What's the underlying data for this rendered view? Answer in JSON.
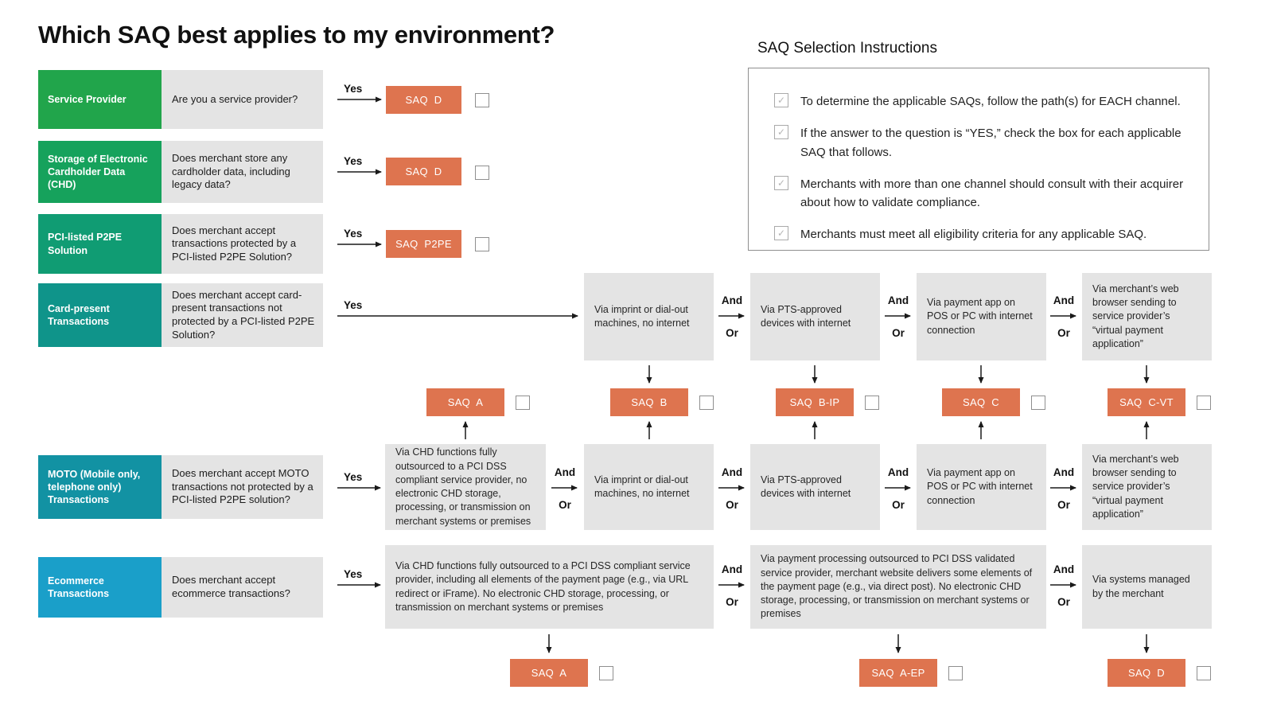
{
  "page": {
    "title": "Which SAQ best applies to my environment?"
  },
  "instructions": {
    "title": "SAQ Selection Instructions",
    "items": [
      "To determine the applicable SAQs, follow the path(s) for EACH channel.",
      "If the answer to the question is “YES,” check the box for each applicable SAQ that follows.",
      "Merchants with more than one channel should consult with their acquirer about how to validate compliance.",
      "Merchants must meet all eligibility criteria for any applicable SAQ."
    ]
  },
  "labels": {
    "yes": "Yes",
    "and": "And",
    "or": "Or"
  },
  "icons": {
    "checkmark": "✓"
  },
  "colors": {
    "saq_box": "#DE744F",
    "option_box": "#E4E4E4",
    "service_provider": "#21A54B",
    "storage_chd": "#16A25C",
    "p2pe": "#109C73",
    "card_present": "#0F948A",
    "moto": "#1292A3",
    "ecommerce": "#1A9FC9"
  },
  "channels": [
    {
      "label": "Service Provider",
      "question": "Are you a service provider?",
      "color": "#21A54B"
    },
    {
      "label": "Storage of Electronic Cardholder Data (CHD)",
      "question": "Does merchant store any cardholder data, including legacy data?",
      "color": "#16A25C"
    },
    {
      "label": "PCI-listed P2PE Solution",
      "question": "Does merchant accept transactions protected by a PCI-listed P2PE Solution?",
      "color": "#109C73"
    },
    {
      "label": "Card-present Transactions",
      "question": "Does merchant accept card-present transactions not protected by a PCI-listed P2PE Solution?",
      "color": "#0F948A"
    },
    {
      "label": "MOTO (Mobile only, telephone only) Transactions",
      "question": "Does merchant accept MOTO transactions not protected by a PCI-listed P2PE solution?",
      "color": "#1292A3"
    },
    {
      "label": "Ecommerce Transactions",
      "question": "Does merchant accept ecommerce transactions?",
      "color": "#1A9FC9"
    }
  ],
  "saqs": {
    "top": [
      {
        "label": "SAQ D"
      },
      {
        "label": "SAQ D"
      },
      {
        "label": "SAQ P2PE"
      }
    ],
    "middle": [
      {
        "label": "SAQ A"
      },
      {
        "label": "SAQ B"
      },
      {
        "label": "SAQ B-IP"
      },
      {
        "label": "SAQ C"
      },
      {
        "label": "SAQ C-VT"
      }
    ],
    "bottom": [
      {
        "label": "SAQ A"
      },
      {
        "label": "SAQ A-EP"
      },
      {
        "label": "SAQ D"
      }
    ]
  },
  "card_present_options": [
    "Via imprint or dial-out machines, no internet",
    "Via PTS-approved devices with internet",
    "Via payment app on POS or PC with internet connection",
    "Via merchant’s web browser sending to service provider’s “virtual payment application”"
  ],
  "moto_options": [
    "Via CHD functions fully outsourced to a PCI DSS compliant service provider, no electronic CHD storage, processing, or transmission on merchant systems or premises",
    "Via imprint or dial-out machines, no internet",
    "Via PTS-approved devices with internet",
    "Via payment app on POS or PC with internet connection",
    "Via merchant’s web browser sending to service provider’s “virtual payment application”"
  ],
  "ecommerce_options": [
    "Via CHD functions fully outsourced to a PCI DSS compliant service provider, including all elements of the payment page (e.g., via URL redirect or iFrame). No electronic CHD storage, processing, or transmission on merchant systems or premises",
    "Via payment processing outsourced to PCI DSS validated service provider, merchant website delivers some elements of the payment page (e.g., via direct post). No electronic CHD storage, processing, or transmission on merchant systems or premises",
    "Via systems managed by the merchant"
  ]
}
